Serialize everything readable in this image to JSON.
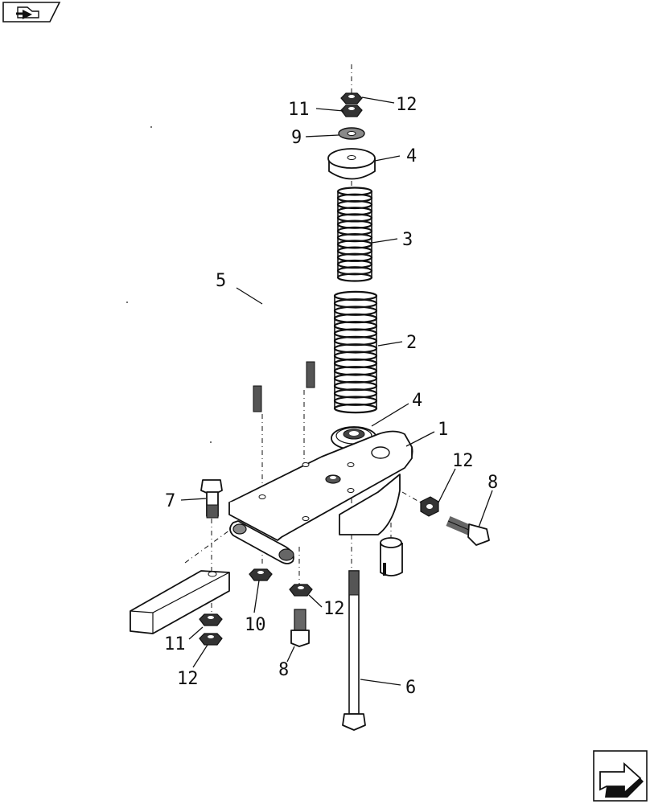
{
  "navigation": {
    "back_icon": "folder-back-arrow-icon",
    "next_icon": "next-page-arrow-icon"
  },
  "callouts": [
    {
      "id": "c12a",
      "label": "12"
    },
    {
      "id": "c11a",
      "label": "11"
    },
    {
      "id": "c9",
      "label": "9"
    },
    {
      "id": "c4a",
      "label": "4"
    },
    {
      "id": "c3",
      "label": "3"
    },
    {
      "id": "c5",
      "label": "5"
    },
    {
      "id": "c2",
      "label": "2"
    },
    {
      "id": "c4b",
      "label": "4"
    },
    {
      "id": "c1",
      "label": "1"
    },
    {
      "id": "c12b",
      "label": "12"
    },
    {
      "id": "c8a",
      "label": "8"
    },
    {
      "id": "c7",
      "label": "7"
    },
    {
      "id": "c10",
      "label": "10"
    },
    {
      "id": "c12c",
      "label": "12"
    },
    {
      "id": "c11b",
      "label": "11"
    },
    {
      "id": "c12d",
      "label": "12"
    },
    {
      "id": "c8b",
      "label": "8"
    },
    {
      "id": "c6",
      "label": "6"
    }
  ]
}
